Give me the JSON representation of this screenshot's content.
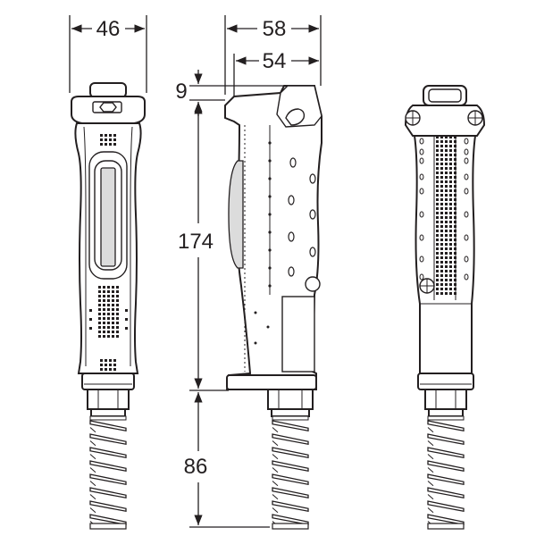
{
  "dimensions": {
    "front_width": "46",
    "side_total_width": "58",
    "side_body_width": "54",
    "top_offset": "9",
    "handle_length": "174",
    "cable_length": "86"
  },
  "colors": {
    "line": "#231f20",
    "fill": "#ffffff",
    "shade": "#dcdcdc"
  }
}
